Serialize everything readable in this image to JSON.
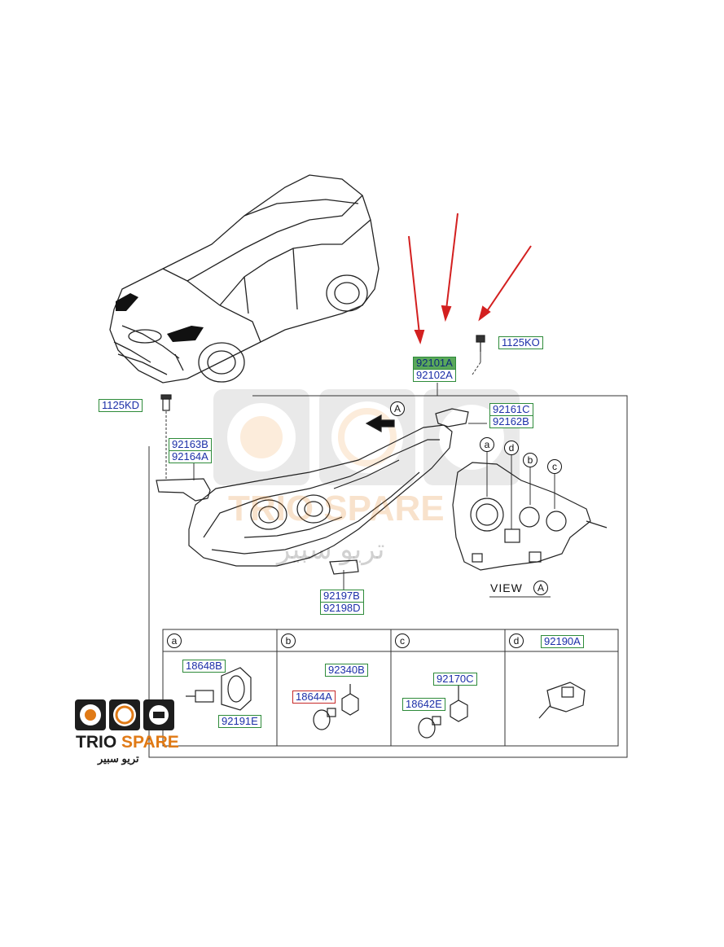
{
  "labels": {
    "p1125ko": "1125KO",
    "p92101a": "92101A",
    "p92102a": "92102A",
    "p1125kd": "1125KD",
    "p92163b": "92163B",
    "p92164a": "92164A",
    "p92161c": "92161C",
    "p92162b": "92162B",
    "p92197b": "92197B",
    "p92198d": "92198D",
    "p18648b": "18648B",
    "p92191e": "92191E",
    "p92340b": "92340B",
    "p18644a": "18644A",
    "p92170c": "92170C",
    "p18642e": "18642E",
    "p92190a": "92190A"
  },
  "callouts": {
    "a": "a",
    "b": "b",
    "c": "c",
    "d": "d",
    "A": "A"
  },
  "view_label": "VIEW",
  "watermark": {
    "latin": "TRIO SPARE",
    "arabic": "تريو سبير"
  },
  "logo": {
    "trio": "TRIO",
    "spare": "SPARE",
    "arabic": "تريو سبير"
  },
  "colors": {
    "accent": "#e07a16",
    "label_border": "#2e8b3a",
    "label_text": "#1c2fa8",
    "highlight": "#5aa85a",
    "arrow": "#d32020"
  },
  "icons": [
    "car-outline",
    "headlamp-assembly",
    "bulb-h7",
    "bulb-socket",
    "actuator",
    "red-arrow",
    "speedometer-logo-icon",
    "engine-logo-icon"
  ]
}
